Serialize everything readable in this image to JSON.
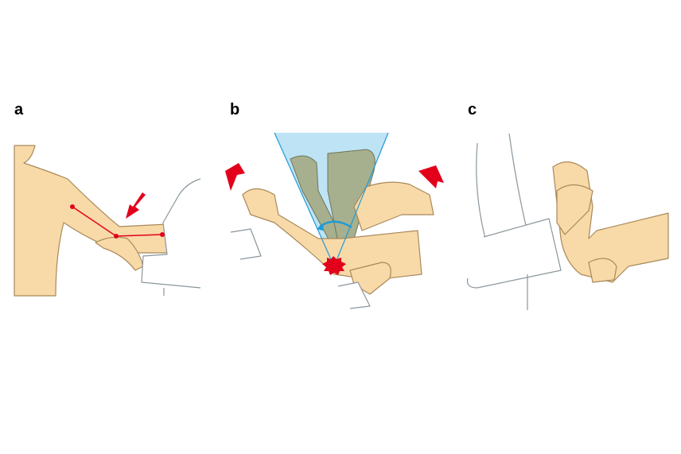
{
  "panels": [
    {
      "label": "a"
    },
    {
      "label": "b"
    },
    {
      "label": "c"
    }
  ],
  "colors": {
    "skin": "#F8D9A8",
    "skin_outline": "#A8895A",
    "sleeve_outline": "#8A969C",
    "accent_red": "#E2001A",
    "cone_fill": "#BEE3F5",
    "cone_line": "#1E9BD7",
    "ghost_arm": "#A7B08E"
  }
}
